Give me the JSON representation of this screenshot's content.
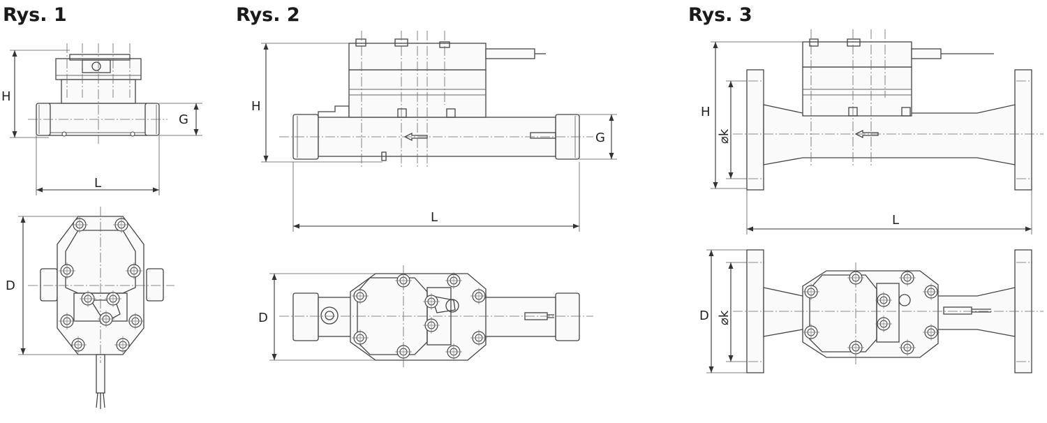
{
  "figures": [
    {
      "title": "Rys. 1",
      "dims": {
        "h": "H",
        "g": "G",
        "l": "L",
        "d": "D"
      }
    },
    {
      "title": "Rys. 2",
      "dims": {
        "h": "H",
        "g": "G",
        "l": "L",
        "d": "D"
      }
    },
    {
      "title": "Rys. 3",
      "dims": {
        "h": "H",
        "k1": "⌀k",
        "l": "L",
        "d": "D",
        "k2": "⌀k"
      }
    }
  ]
}
